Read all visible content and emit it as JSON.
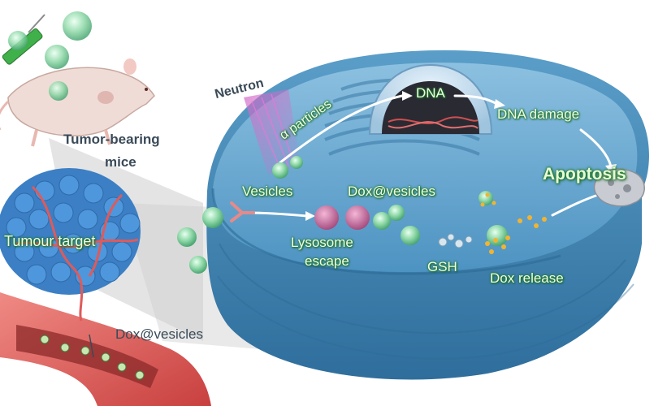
{
  "labels": {
    "neutron": "Neutron",
    "alpha_particles": "α particles",
    "dna": "DNA",
    "dna_damage": "DNA damage",
    "apoptosis": "Apoptosis",
    "vesicles": "Vesicles",
    "dox_vesicles_cell": "Dox@vesicles",
    "lysosome_escape_1": "Lysosome",
    "lysosome_escape_2": "escape",
    "gsh": "GSH",
    "dox_release": "Dox release",
    "tumor_bearing_1": "Tumor-bearing",
    "tumor_bearing_2": "mice",
    "tumour_target": "Tumour target",
    "dox_vesicles_vessel": "Dox@vesicles"
  },
  "colors": {
    "cell_membrane": "#5b9cc4",
    "cytoplasm": "#3f87b8",
    "vessel": "#e05a5a",
    "tumour": "#4a8ed0",
    "vesicle": "#7fcf9a",
    "label_green": "#2e8b3d"
  }
}
